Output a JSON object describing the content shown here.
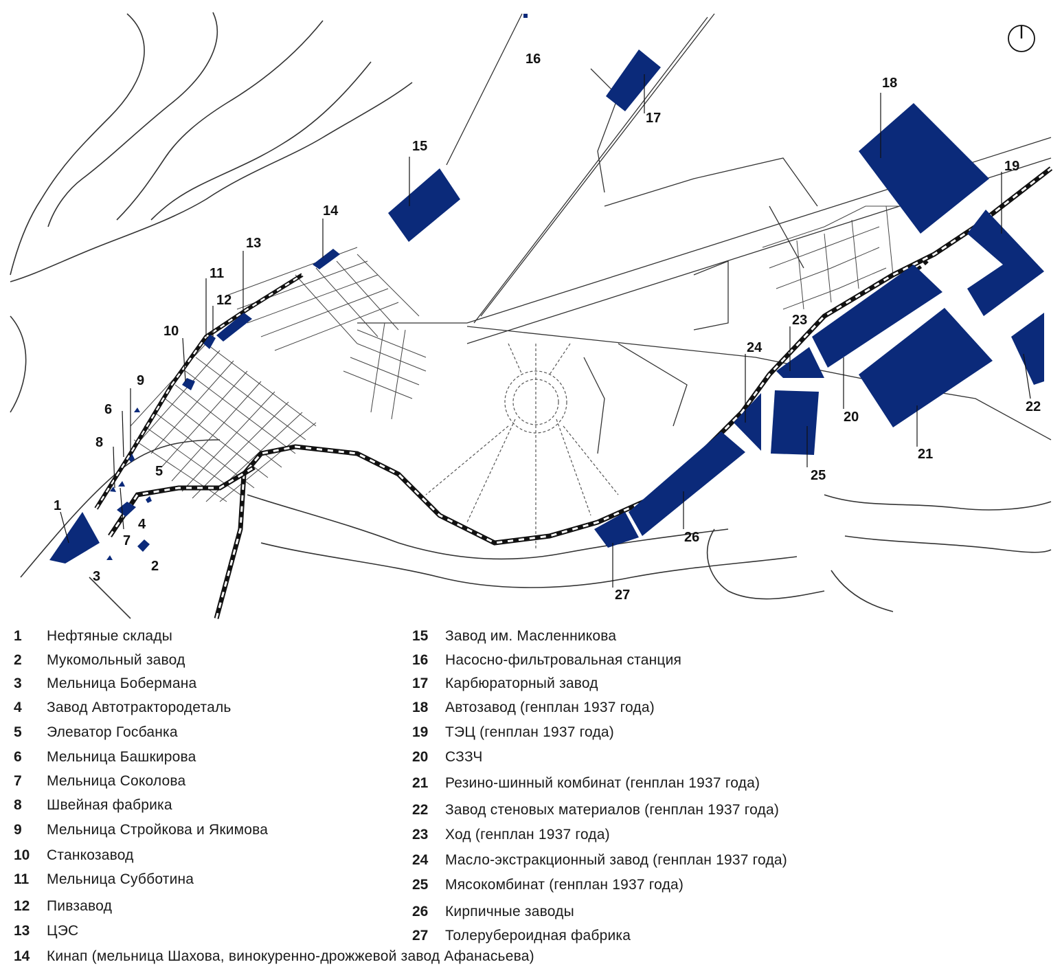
{
  "map": {
    "colors": {
      "factory_fill": "#0b2a7a",
      "line": "#333333",
      "rail": "#111111",
      "background": "#ffffff"
    },
    "icons": {
      "north_arrow": "north-arrow-icon"
    },
    "site_numbers": [
      "1",
      "2",
      "3",
      "4",
      "5",
      "6",
      "7",
      "8",
      "9",
      "10",
      "11",
      "12",
      "13",
      "14",
      "15",
      "16",
      "17",
      "18",
      "19",
      "20",
      "21",
      "22",
      "23",
      "24",
      "25",
      "26",
      "27"
    ]
  },
  "legend": {
    "items": [
      {
        "num": "1",
        "text": "Нефтяные склады"
      },
      {
        "num": "2",
        "text": "Мукомольный завод"
      },
      {
        "num": "3",
        "text": "Мельница Бобермана"
      },
      {
        "num": "4",
        "text": "Завод Автотрактородеталь"
      },
      {
        "num": "5",
        "text": "Элеватор Госбанка"
      },
      {
        "num": "6",
        "text": "Мельница Башкирова"
      },
      {
        "num": "7",
        "text": "Мельница Соколова"
      },
      {
        "num": "8",
        "text": "Швейная фабрика"
      },
      {
        "num": "9",
        "text": "Мельница Стройкова и Якимова"
      },
      {
        "num": "10",
        "text": "Станкозавод"
      },
      {
        "num": "11",
        "text": "Мельница Субботина"
      },
      {
        "num": "12",
        "text": "Пивзавод"
      },
      {
        "num": "13",
        "text": "ЦЭС"
      },
      {
        "num": "14",
        "text": "Кинап (мельница Шахова, винокуренно-дрожжевой завод Афанасьева)"
      },
      {
        "num": "15",
        "text": "Завод им. Масленникова"
      },
      {
        "num": "16",
        "text": "Насосно-фильтровальная станция"
      },
      {
        "num": "17",
        "text": "Карбюраторный завод"
      },
      {
        "num": "18",
        "text": "Автозавод (генплан 1937 года)"
      },
      {
        "num": "19",
        "text": "ТЭЦ (генплан 1937 года)"
      },
      {
        "num": "20",
        "text": "СЗЗЧ"
      },
      {
        "num": "21",
        "text": "Резино-шинный комбинат (генплан 1937 года)"
      },
      {
        "num": "22",
        "text": "Завод стеновых материалов (генплан 1937 года)"
      },
      {
        "num": "23",
        "text": "Ход (генплан 1937 года)"
      },
      {
        "num": "24",
        "text": "Масло-экстракционный завод (генплан 1937 года)"
      },
      {
        "num": "25",
        "text": "Мясокомбинат (генплан 1937 года)"
      },
      {
        "num": "26",
        "text": "Кирпичные заводы"
      },
      {
        "num": "27",
        "text": "Толерубероидная фабрика"
      }
    ]
  }
}
